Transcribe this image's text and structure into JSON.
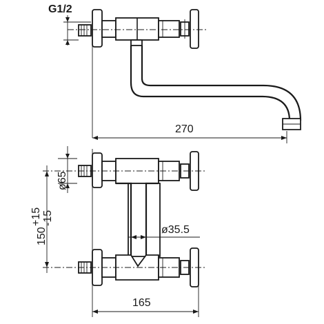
{
  "labels": {
    "thread": "G1/2",
    "projection": "270",
    "body_diameter": "ø65",
    "centre_distance": "150",
    "tolerance_plus": "+15",
    "tolerance_minus": "-15",
    "pipe_diameter": "ø35.5",
    "width": "165"
  }
}
